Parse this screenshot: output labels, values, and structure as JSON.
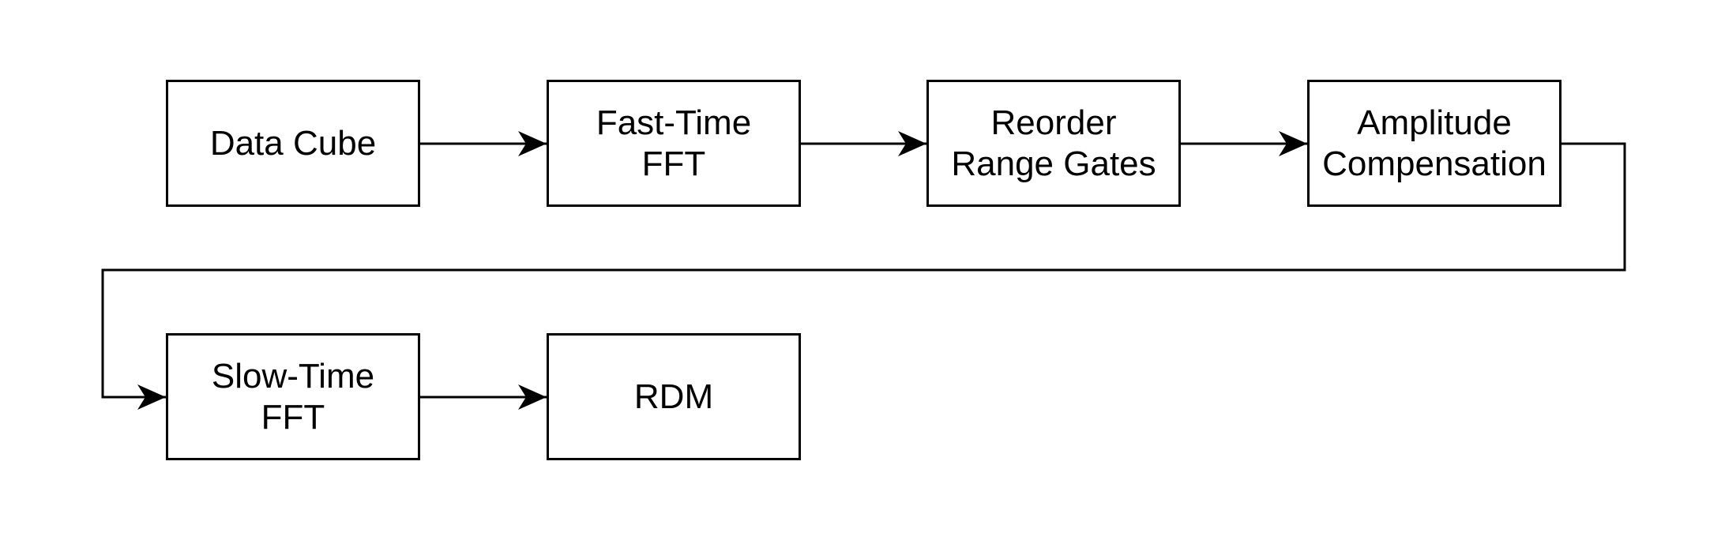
{
  "diagram": {
    "nodes": [
      {
        "id": "data-cube",
        "label": "Data Cube"
      },
      {
        "id": "fast-time-fft",
        "label": "Fast-Time\nFFT"
      },
      {
        "id": "reorder-range-gates",
        "label": "Reorder\nRange Gates"
      },
      {
        "id": "amplitude-compensation",
        "label": "Amplitude\nCompensation"
      },
      {
        "id": "slow-time-fft",
        "label": "Slow-Time\nFFT"
      },
      {
        "id": "rdm",
        "label": "RDM"
      }
    ],
    "edges": [
      {
        "from": "data-cube",
        "to": "fast-time-fft"
      },
      {
        "from": "fast-time-fft",
        "to": "reorder-range-gates"
      },
      {
        "from": "reorder-range-gates",
        "to": "amplitude-compensation"
      },
      {
        "from": "amplitude-compensation",
        "to": "slow-time-fft"
      },
      {
        "from": "slow-time-fft",
        "to": "rdm"
      }
    ],
    "colors": {
      "stroke": "#000000",
      "fill": "#ffffff",
      "text": "#000000"
    }
  }
}
